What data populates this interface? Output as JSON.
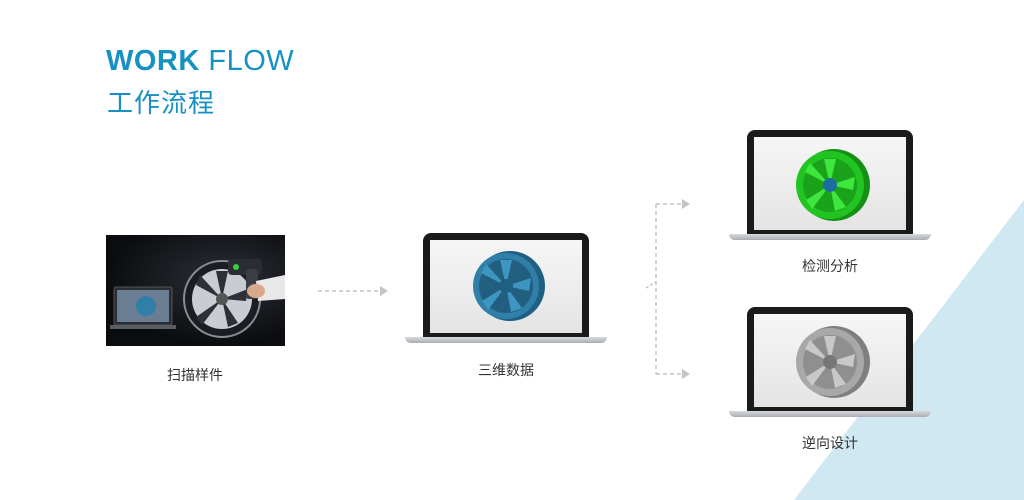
{
  "header": {
    "title_en_bold": "WORK",
    "title_en_light": "FLOW",
    "title_cn": "工作流程"
  },
  "steps": {
    "scan": {
      "label": "扫描样件"
    },
    "data": {
      "label": "三维数据"
    },
    "inspect": {
      "label": "检测分析"
    },
    "reverse": {
      "label": "逆向设计"
    }
  },
  "colors": {
    "accent": "#1591c3",
    "wheel_blue": "#2f7fa8",
    "wheel_green": "#22c422",
    "wheel_gray": "#a8a8a8",
    "triangle": "#cfe8f1",
    "arrow": "#c4c4c4"
  }
}
